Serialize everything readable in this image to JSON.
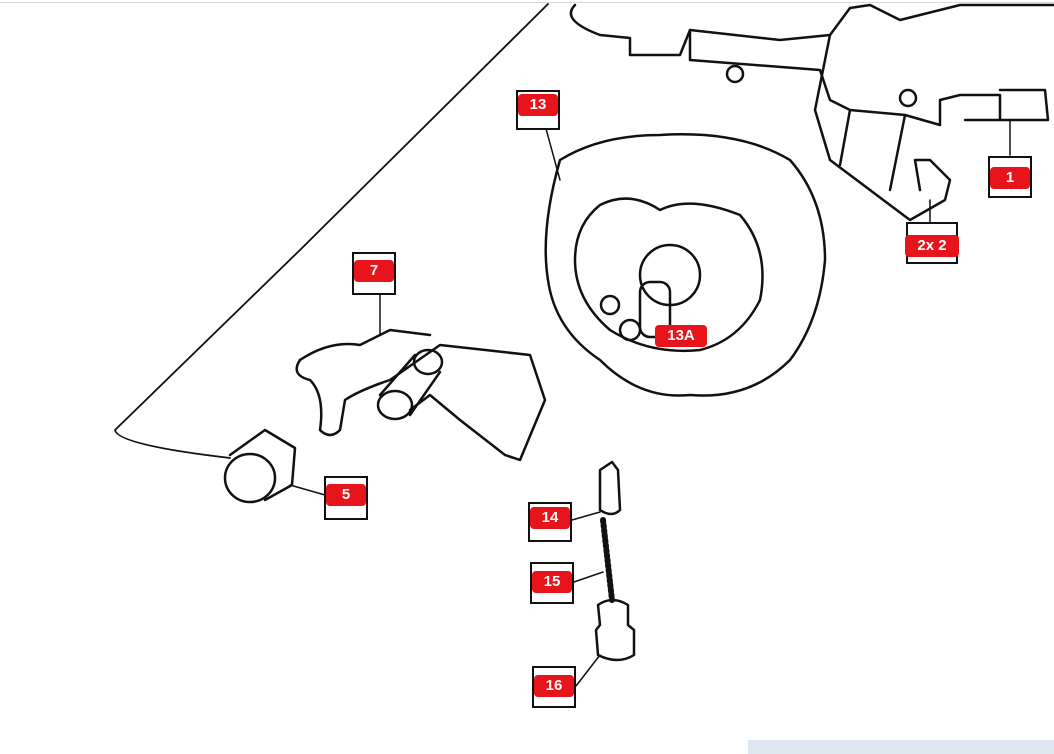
{
  "hotspots": [
    {
      "id": "1",
      "label": "1"
    },
    {
      "id": "2",
      "label": "2x 2"
    },
    {
      "id": "5",
      "label": "5"
    },
    {
      "id": "7",
      "label": "7"
    },
    {
      "id": "13",
      "label": "13"
    },
    {
      "id": "13A",
      "label": "13A"
    },
    {
      "id": "14",
      "label": "14"
    },
    {
      "id": "15",
      "label": "15"
    },
    {
      "id": "16",
      "label": "16"
    }
  ],
  "colors": {
    "badge": "#e8141c",
    "line": "#111111",
    "strip": "#dfe8f0"
  }
}
